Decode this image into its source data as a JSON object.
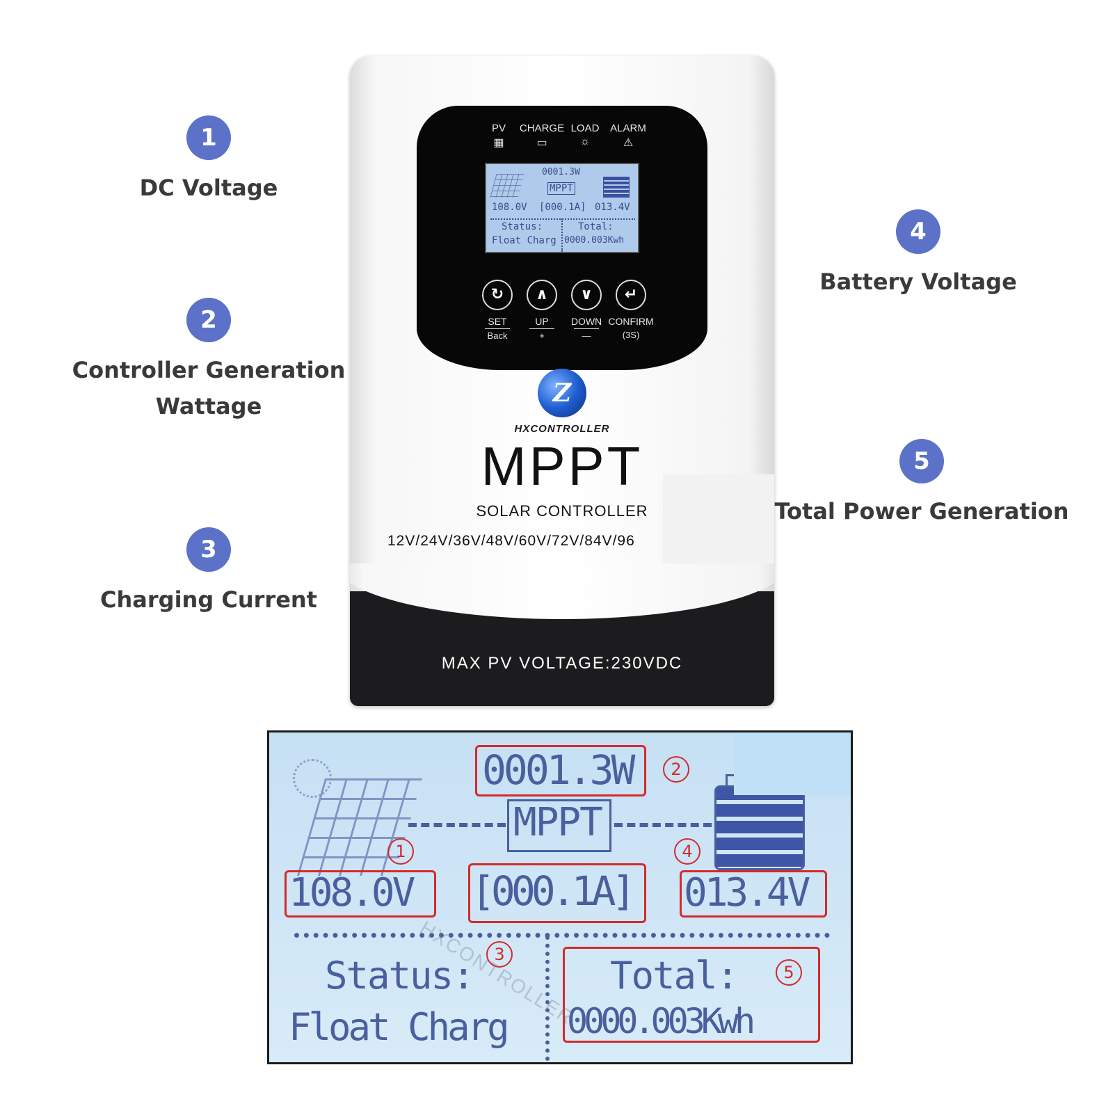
{
  "callouts": [
    {
      "number": "1",
      "label": "DC Voltage"
    },
    {
      "number": "2",
      "label_line1": "Controller Generation",
      "label_line2": "Wattage"
    },
    {
      "number": "3",
      "label": "Charging Current"
    },
    {
      "number": "4",
      "label": "Battery Voltage"
    },
    {
      "number": "5",
      "label": "Total Power Generation"
    }
  ],
  "device": {
    "indicators": [
      {
        "label": "PV",
        "icon": "solar-grid-icon",
        "glyph": "▦"
      },
      {
        "label": "CHARGE",
        "icon": "battery-icon",
        "glyph": "▭"
      },
      {
        "label": "LOAD",
        "icon": "bulb-icon",
        "glyph": "☼"
      },
      {
        "label": "ALARM",
        "icon": "warning-icon",
        "glyph": "⚠"
      }
    ],
    "buttons": [
      {
        "label": "SET",
        "sublabel": "Back",
        "icon": "cycle-icon",
        "glyph": "↻"
      },
      {
        "label": "UP",
        "sublabel": "+",
        "icon": "chevron-up-icon",
        "glyph": "∧"
      },
      {
        "label": "DOWN",
        "sublabel": "—",
        "icon": "chevron-down-icon",
        "glyph": "∨"
      },
      {
        "label": "CONFIRM",
        "sublabel": "(3S)",
        "icon": "enter-icon",
        "glyph": "↵"
      }
    ],
    "logo_glyph": "Z",
    "brand": "HXCONTROLLER",
    "title": "MPPT",
    "subtitle": "SOLAR CONTROLLER",
    "voltages": "12V/24V/36V/48V/60V/72V/84V/96",
    "max_pv": "MAX  PV  VOLTAGE:230VDC"
  },
  "lcd": {
    "power": "0001.3W",
    "mode": "MPPT",
    "pv_voltage": "108.0V",
    "current": "[000.1A]",
    "battery_voltage": "013.4V",
    "status_label": "Status:",
    "status_value": "Float Charg",
    "total_label": "Total:",
    "total_value": "0000.003Kwh",
    "watermark": "HXCONTROLLER",
    "markers": [
      "1",
      "2",
      "3",
      "4",
      "5"
    ]
  },
  "colors": {
    "callout": "#5b72c8",
    "highlight": "#d42a2a",
    "lcd_text": "#4a5f9e"
  }
}
